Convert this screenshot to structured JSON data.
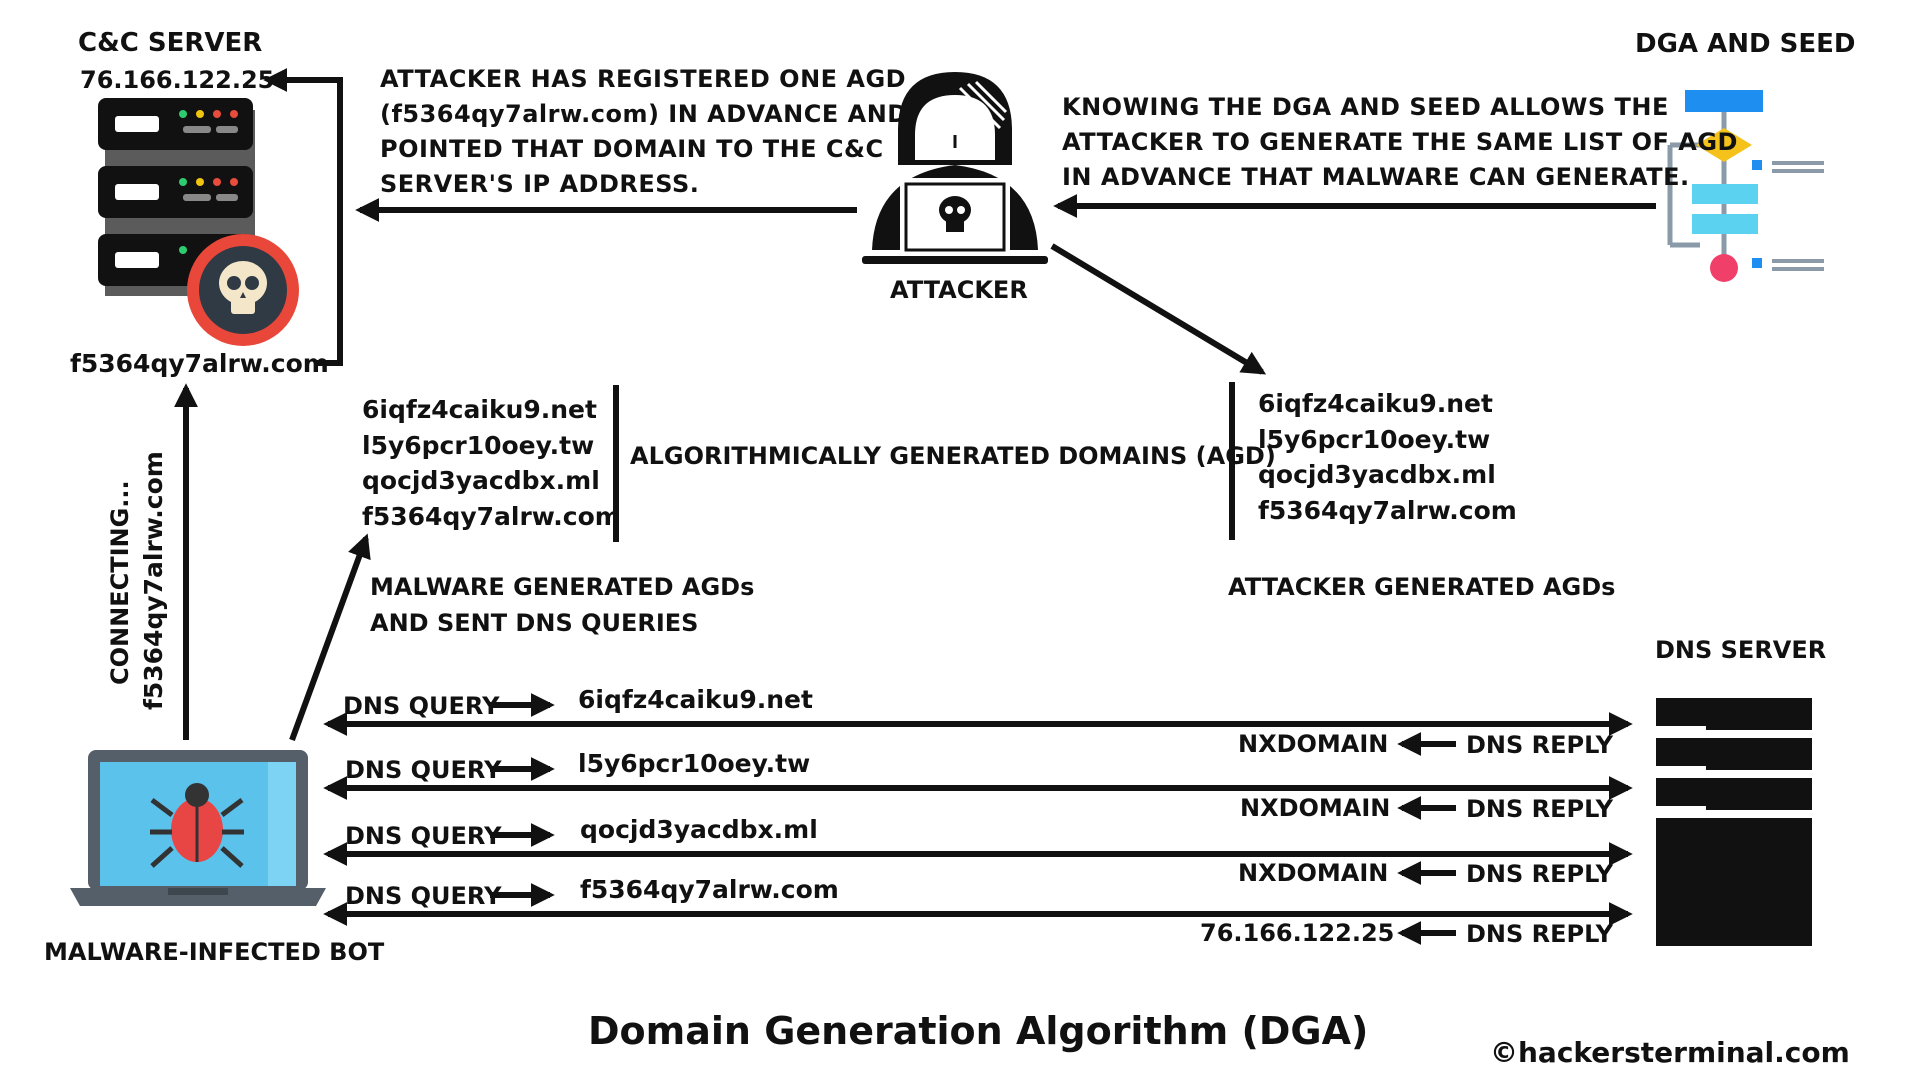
{
  "cnc": {
    "heading": "C&C SERVER",
    "ip": "76.166.122.25",
    "domain": "f5364qy7alrw.com"
  },
  "dga": {
    "heading": "DGA AND SEED"
  },
  "attacker": {
    "label": "ATTACKER"
  },
  "notes": {
    "registered": [
      "ATTACKER HAS REGISTERED ONE AGD",
      "(f5364qy7alrw.com) IN ADVANCE AND",
      "POINTED THAT DOMAIN TO THE C&C",
      "SERVER'S IP ADDRESS."
    ],
    "knowing": [
      "KNOWING THE DGA AND SEED ALLOWS THE",
      "ATTACKER TO GENERATE THE SAME LIST OF AGD",
      "IN ADVANCE THAT MALWARE CAN GENERATE."
    ]
  },
  "agd": {
    "center_label": "ALGORITHMICALLY GENERATED DOMAINS (AGD)",
    "malware_list": [
      "6iqfz4caiku9.net",
      "l5y6pcr10oey.tw",
      "qocjd3yacdbx.ml",
      "f5364qy7alrw.com"
    ],
    "attacker_list": [
      "6iqfz4caiku9.net",
      "l5y6pcr10oey.tw",
      "qocjd3yacdbx.ml",
      "f5364qy7alrw.com"
    ],
    "malware_caption": [
      "MALWARE GENERATED AGDs",
      "AND SENT DNS QUERIES"
    ],
    "attacker_caption": "ATTACKER GENERATED AGDs"
  },
  "bot": {
    "label": "MALWARE-INFECTED BOT",
    "connecting": "CONNECTING...",
    "connecting_domain": "f5364qy7alrw.com"
  },
  "dns": {
    "heading": "DNS SERVER",
    "query_label": "DNS QUERY",
    "reply_label": "DNS REPLY",
    "rows": [
      {
        "domain": "6iqfz4caiku9.net",
        "answer": "NXDOMAIN"
      },
      {
        "domain": "l5y6pcr10oey.tw",
        "answer": "NXDOMAIN"
      },
      {
        "domain": "qocjd3yacdbx.ml",
        "answer": "NXDOMAIN"
      },
      {
        "domain": "f5364qy7alrw.com",
        "answer": "76.166.122.25"
      }
    ]
  },
  "title": "Domain Generation Algorithm (DGA)",
  "credit": "©hackersterminal.com",
  "colors": {
    "skull_red": "#e8473a",
    "screen_blue": "#5bc2ec",
    "bug_red": "#e84545",
    "flow_blue": "#1f8ef1",
    "flow_yellow": "#f5c11b"
  }
}
